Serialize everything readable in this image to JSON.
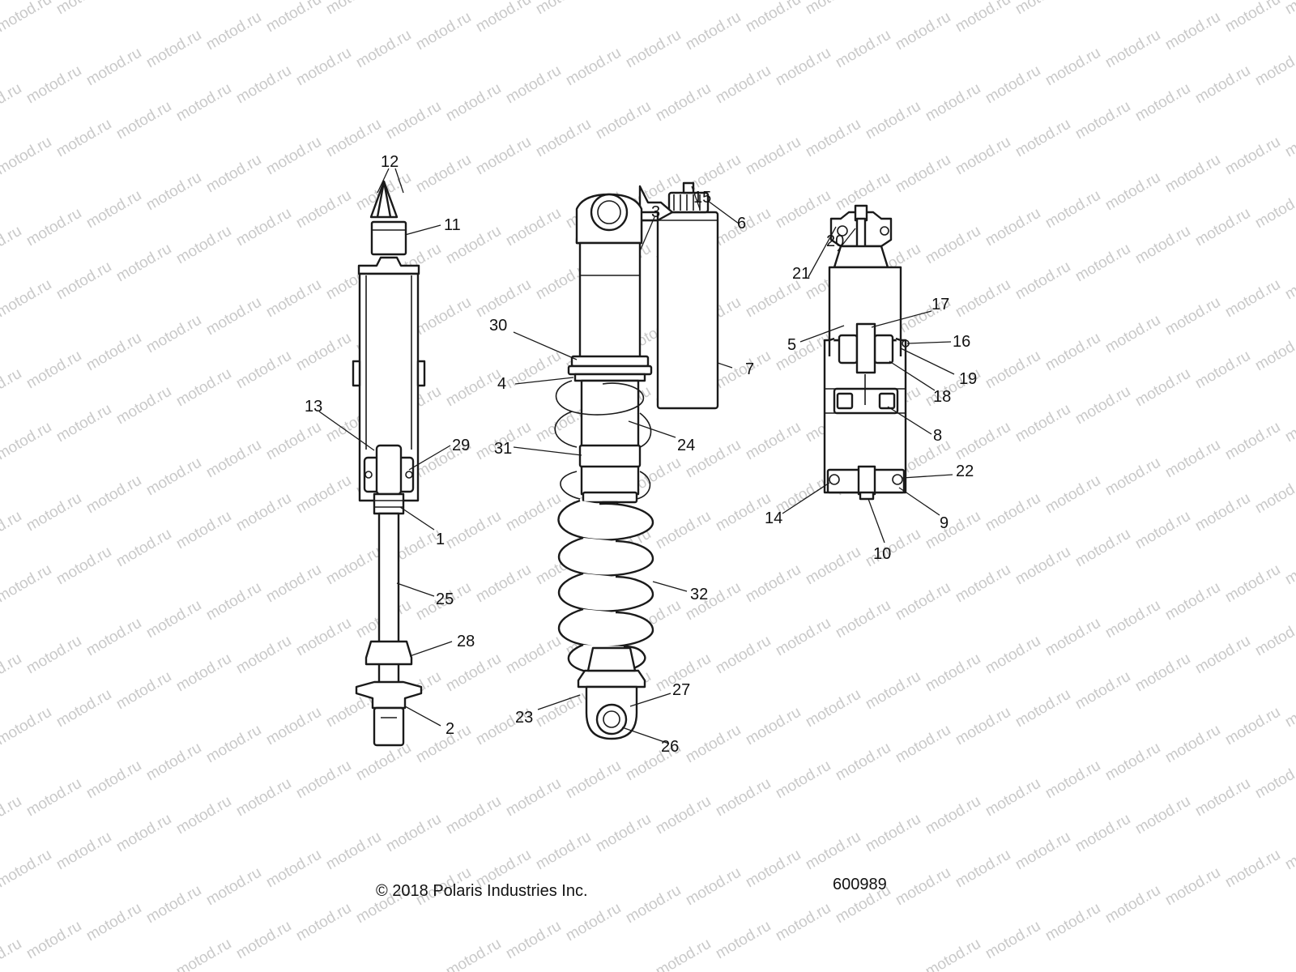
{
  "watermark": {
    "text": "motod.ru"
  },
  "callouts": {
    "c1": "1",
    "c2": "2",
    "c3": "3",
    "c4": "4",
    "c5": "5",
    "c6": "6",
    "c7": "7",
    "c8": "8",
    "c9": "9",
    "c10": "10",
    "c11": "11",
    "c12": "12",
    "c13": "13",
    "c14": "14",
    "c15": "15",
    "c16": "16",
    "c17": "17",
    "c18": "18",
    "c19": "19",
    "c20": "20",
    "c21": "21",
    "c22": "22",
    "c23": "23",
    "c24": "24",
    "c25": "25",
    "c26": "26",
    "c27": "27",
    "c28": "28",
    "c29": "29",
    "c30": "30",
    "c31": "31",
    "c32": "32"
  },
  "footer": {
    "copyright": "© 2018 Polaris Industries Inc.",
    "figure_number": "600989"
  }
}
